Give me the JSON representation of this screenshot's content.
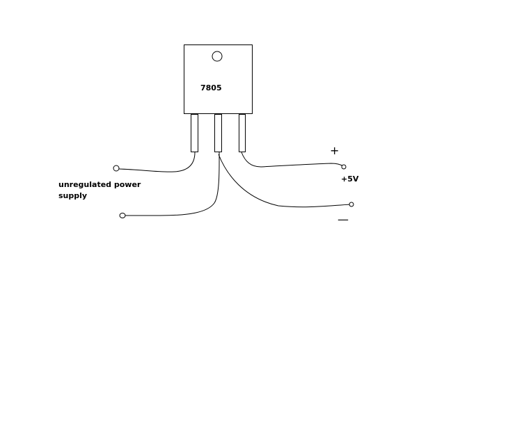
{
  "diagram": {
    "regulator_label": "7805",
    "input_label_line1": "unregulated power",
    "input_label_line2": "supply",
    "output_label": "+5V",
    "plus_symbol": "+",
    "minus_symbol": "—"
  }
}
